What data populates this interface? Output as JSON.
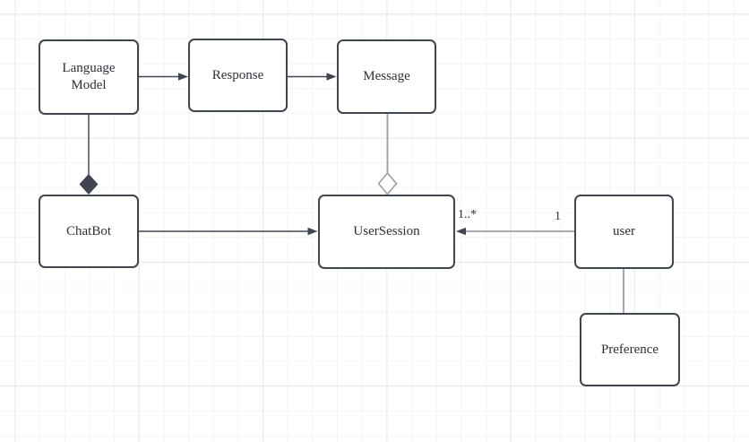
{
  "theme": {
    "canvas-bg": "#ffffff",
    "grid-minor": "#f4f4f4",
    "grid-major": "#e7e7e7",
    "node-fill": "#ffffff",
    "node-border": "#3f4650",
    "edge-dark": "#3f4650",
    "edge-light": "#9aa0a6",
    "text": "#2c3138"
  },
  "diagram": {
    "type": "uml-class-diagram",
    "nodes": [
      {
        "id": "language-model",
        "label": "Language\nModel"
      },
      {
        "id": "response",
        "label": "Response"
      },
      {
        "id": "message",
        "label": "Message"
      },
      {
        "id": "chatbot",
        "label": "ChatBot"
      },
      {
        "id": "usersession",
        "label": "UserSession"
      },
      {
        "id": "user",
        "label": "user"
      },
      {
        "id": "preference",
        "label": "Preference"
      }
    ],
    "edges": [
      {
        "id": "language-model-to-response",
        "from": "language-model",
        "to": "response",
        "type": "directed-arrow"
      },
      {
        "id": "response-to-message",
        "from": "response",
        "to": "message",
        "type": "directed-arrow"
      },
      {
        "id": "language-model-to-chatbot",
        "from": "language-model",
        "to": "chatbot",
        "type": "composition-filled-diamond"
      },
      {
        "id": "message-to-usersession",
        "from": "message",
        "to": "usersession",
        "type": "aggregation-hollow-diamond"
      },
      {
        "id": "chatbot-to-usersession",
        "from": "chatbot",
        "to": "usersession",
        "type": "directed-arrow"
      },
      {
        "id": "user-to-usersession",
        "from": "user",
        "to": "usersession",
        "type": "directed-arrow",
        "label_target": "1..*",
        "label_source": "1"
      },
      {
        "id": "user-to-preference",
        "from": "user",
        "to": "preference",
        "type": "association-line"
      }
    ]
  }
}
